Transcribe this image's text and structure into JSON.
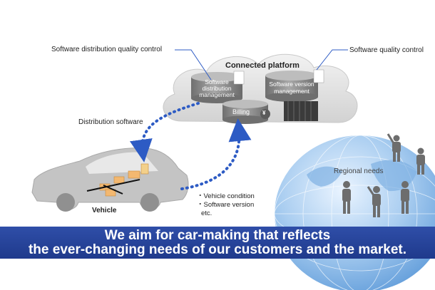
{
  "labels": {
    "sw_dist_qc": "Software distribution quality control",
    "sw_qc": "Software quality control",
    "connected_platform": "Connected platform",
    "sw_dist_mgmt": [
      "Software",
      "distribution",
      "management"
    ],
    "sw_version_mgmt": [
      "Software version",
      "management"
    ],
    "billing": "Billing",
    "distribution_software": "Distribution software",
    "vehicle": "Vehicle",
    "vehicle_info": [
      "・Vehicle condition",
      "・Software version",
      "etc."
    ],
    "regional_needs": "Regional needs",
    "yen_symbol": "¥"
  },
  "banner": {
    "line1": "We aim for car-making that reflects",
    "line2": "the ever-changing needs of our customers and the market."
  },
  "colors": {
    "banner_blue": "#23408f",
    "arrow_blue": "#2d5bc4",
    "cloud_grey": "#dcdcdc",
    "cylinder_grey": "#8a8a8a",
    "car_grey": "#c4c4c4",
    "globe_blue": "#5a98d8"
  }
}
